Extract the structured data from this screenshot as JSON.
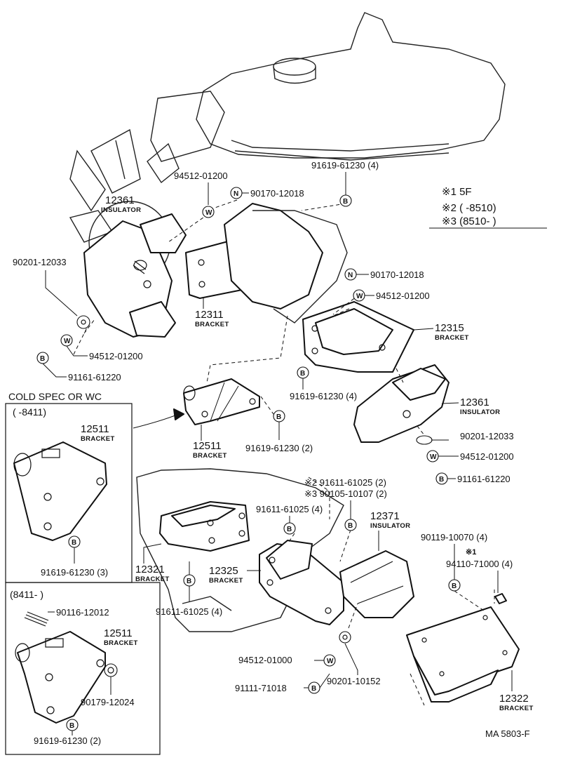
{
  "legend": {
    "r1": "※1  5F",
    "r2": "※2 (       -8510)",
    "r3": "※3 (8510-         )"
  },
  "inset": {
    "title": "COLD SPEC OR WC",
    "range1": "(         -8411)",
    "range2": "(8411-         )"
  },
  "parts": {
    "p12361_top": "12361",
    "insulator_top": "INSULATOR",
    "p94512_01200_a": "94512-01200",
    "p91619_61230_4_a": "91619-61230 (4)",
    "p90170_12018_a": "90170-12018",
    "p90201_12033_a": "90201-12033",
    "p12311": "12311",
    "bracket_12311": "BRACKET",
    "p90170_12018_b": "90170-12018",
    "p94512_01200_b": "94512-01200",
    "p94512_01200_c": "94512-01200",
    "p91161_61220_a": "91161-61220",
    "p12315": "12315",
    "bracket_12315": "BRACKET",
    "p91619_61230_4_b": "91619-61230 (4)",
    "p12361_right": "12361",
    "insulator_right": "INSULATOR",
    "p90201_12033_b": "90201-12033",
    "p94512_01200_d": "94512-01200",
    "p91161_61220_b": "91161-61220",
    "p12511_mid": "12511",
    "bracket_12511_mid": "BRACKET",
    "p91619_61230_2_a": "91619-61230 (2)",
    "p12511_inset1": "12511",
    "bracket_12511_inset1": "BRACKET",
    "p91619_61230_3": "91619-61230 (3)",
    "p90116_12012": "90116-12012",
    "p12511_inset2": "12511",
    "bracket_12511_inset2": "BRACKET",
    "p90179_12024": "90179-12024",
    "p91619_61230_2_b": "91619-61230 (2)",
    "p91611_61025_2": "※2 91611-61025 (2)",
    "p90105_10107_2": "※3 90105-10107 (2)",
    "p91611_61025_4_a": "91611-61025 (4)",
    "p12371": "12371",
    "insulator_12371": "INSULATOR",
    "p12321": "12321",
    "bracket_12321": "BRACKET",
    "p12325": "12325",
    "bracket_12325": "BRACKET",
    "p91611_61025_4_b": "91611-61025 (4)",
    "p90119_10070": "90119-10070 (4)",
    "p_star1": "※1",
    "p94110_71000": "94110-71000 (4)",
    "p94512_01000": "94512-01000",
    "p90201_10152": "90201-10152",
    "p91111_71018": "91111-71018",
    "p12322": "12322",
    "bracket_12322": "BRACKET"
  },
  "symbols": {
    "bolt": "B",
    "washer": "W",
    "nut": "N"
  },
  "footer": "MA 5803-F"
}
